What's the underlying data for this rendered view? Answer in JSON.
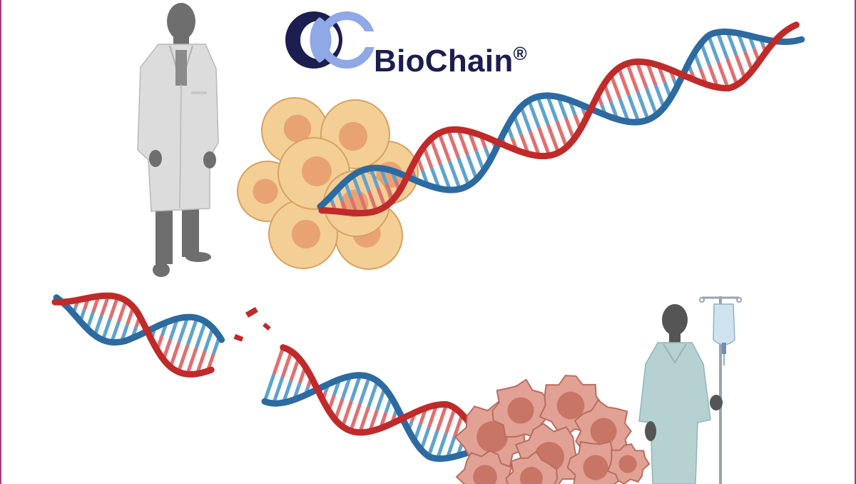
{
  "brand": {
    "name": "BioChain",
    "registered_mark": "®"
  },
  "scene": {
    "figures": [
      "scientist",
      "patient"
    ],
    "cells": [
      "healthy-cell-cluster",
      "cancer-cell-cluster"
    ],
    "dna_strands": [
      "intact-dna-helix",
      "broken-dna-helix"
    ]
  },
  "colors": {
    "dna_red": "#c02a2a",
    "dna_blue": "#2d6aa0",
    "rung_red": "#e07070",
    "rung_blue": "#5fa3cf",
    "healthy_cell": "#f3cf96",
    "healthy_nucleus": "#e9a372",
    "cancer_cell": "#e2a195",
    "cancer_nucleus": "#c87565",
    "brand_navy": "#1b1e4f",
    "brand_light": "#8fa8e6",
    "frame": "#a0407a"
  }
}
